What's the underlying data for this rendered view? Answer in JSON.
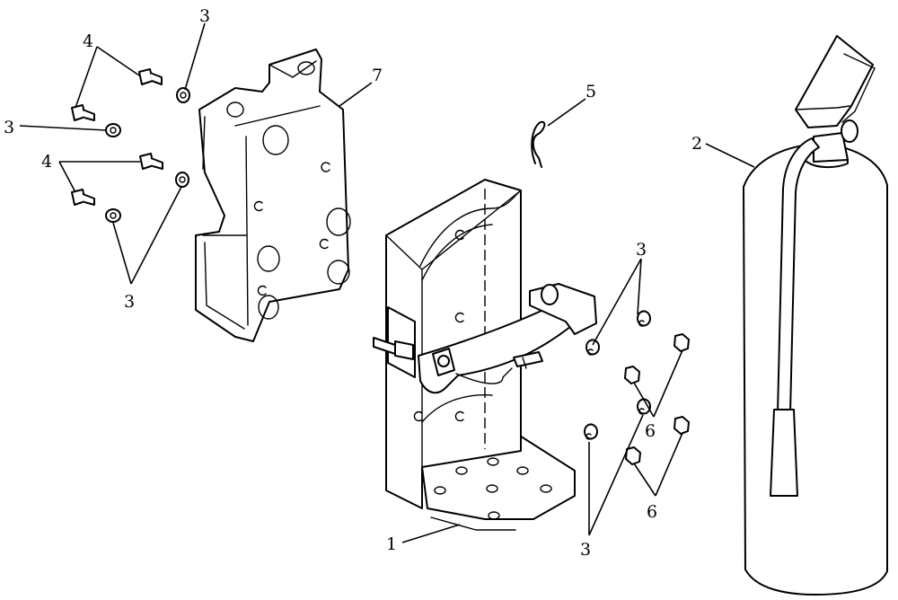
{
  "diagram": {
    "callouts": {
      "c1": "1",
      "c2": "2",
      "c3a": "3",
      "c3b": "3",
      "c3c": "3",
      "c3d": "3",
      "c3e": "3",
      "c4a": "4",
      "c4b": "4",
      "c5": "5",
      "c6a": "6",
      "c6b": "6",
      "c7": "7"
    }
  }
}
